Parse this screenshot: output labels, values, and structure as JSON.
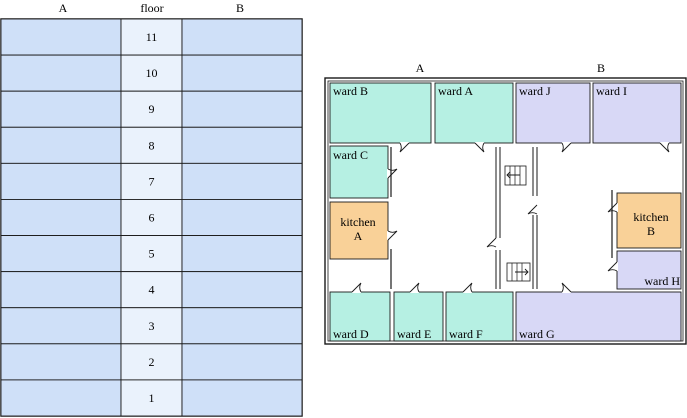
{
  "elevation": {
    "col_a_label": "A",
    "col_floor_label": "floor",
    "col_b_label": "B",
    "floors": [
      "11",
      "10",
      "9",
      "8",
      "7",
      "6",
      "5",
      "4",
      "3",
      "2",
      "1"
    ]
  },
  "plan": {
    "wing_a_label": "A",
    "wing_b_label": "B",
    "rooms": [
      {
        "id": "ward-b",
        "label": [
          "ward B"
        ]
      },
      {
        "id": "ward-a",
        "label": [
          "ward A"
        ]
      },
      {
        "id": "ward-j",
        "label": [
          "ward J"
        ]
      },
      {
        "id": "ward-i",
        "label": [
          "ward I"
        ]
      },
      {
        "id": "ward-c",
        "label": [
          "ward C"
        ]
      },
      {
        "id": "kitchen-a",
        "label": [
          "kitchen",
          "A"
        ]
      },
      {
        "id": "kitchen-b",
        "label": [
          "kitchen",
          "B"
        ]
      },
      {
        "id": "ward-h",
        "label": [
          "ward H"
        ]
      },
      {
        "id": "ward-d",
        "label": [
          "ward D"
        ]
      },
      {
        "id": "ward-e",
        "label": [
          "ward E"
        ]
      },
      {
        "id": "ward-f",
        "label": [
          "ward F"
        ]
      },
      {
        "id": "ward-g",
        "label": [
          "ward G"
        ]
      }
    ]
  },
  "colors": {
    "cell_fill": "#cfe0f8",
    "floor_cell_fill": "#eaf2fc",
    "ward_teal": "#b6f0e3",
    "ward_lavender": "#d8d8f6",
    "kitchen": "#f9d198",
    "stroke": "#1a1a1a"
  }
}
